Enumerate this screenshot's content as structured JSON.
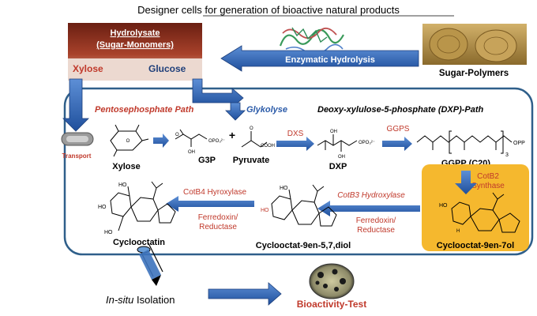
{
  "title": "Designer cells for generation of bioactive natural products",
  "hydrolysate": {
    "line1": "Hydrolysate",
    "line2": "(Sugar-Monomers)",
    "xylose": "Xylose",
    "glucose": "Glucose"
  },
  "enzymatic_hydrolysis": "Enzymatic Hydrolysis",
  "sugar_polymers": "Sugar-Polymers",
  "transport": "Transport",
  "pentose_path": "Pentosephosphate Path",
  "glykolyse": "Glykolyse",
  "dxp_path": "Deoxy-xylulose-5-phosphate (DXP)-Path",
  "compounds": {
    "xylose": "Xylose",
    "g3p": "G3P",
    "plus": "+",
    "pyruvate": "Pyruvate",
    "dxp": "DXP",
    "ggpp": "GGPP (C20)",
    "cyclooctat_9en_7ol": "Cyclooctat-9en-7ol",
    "cyclooctat_diol": "Cyclooctat-9en-5,7,diol",
    "cyclooctatin": "Cyclooctatin"
  },
  "enzymes": {
    "dxs": "DXS",
    "ggps": "GGPS",
    "cotb2_line1": "CotB2",
    "cotb2_line2": "Synthase",
    "cotb3": "CotB3 Hydroxylase",
    "cotb4": "CotB4 Hyroxylase",
    "ferredoxin1_line1": "Ferredoxin/",
    "ferredoxin1_line2": "Reductase",
    "ferredoxin2_line1": "Ferredoxin/",
    "ferredoxin2_line2": "Reductase"
  },
  "opp": "OPP",
  "subscript_3": "3",
  "in_situ": "In-situ",
  "isolation": " Isolation",
  "bioactivity_test": "Bioactivity-Test",
  "colors": {
    "red_label": "#c0392b",
    "blue_label": "#2a5aa8",
    "arrow_blue": "#2e63b8",
    "cell_border": "#2f5f8a",
    "orange_box": "#f5b82e"
  }
}
